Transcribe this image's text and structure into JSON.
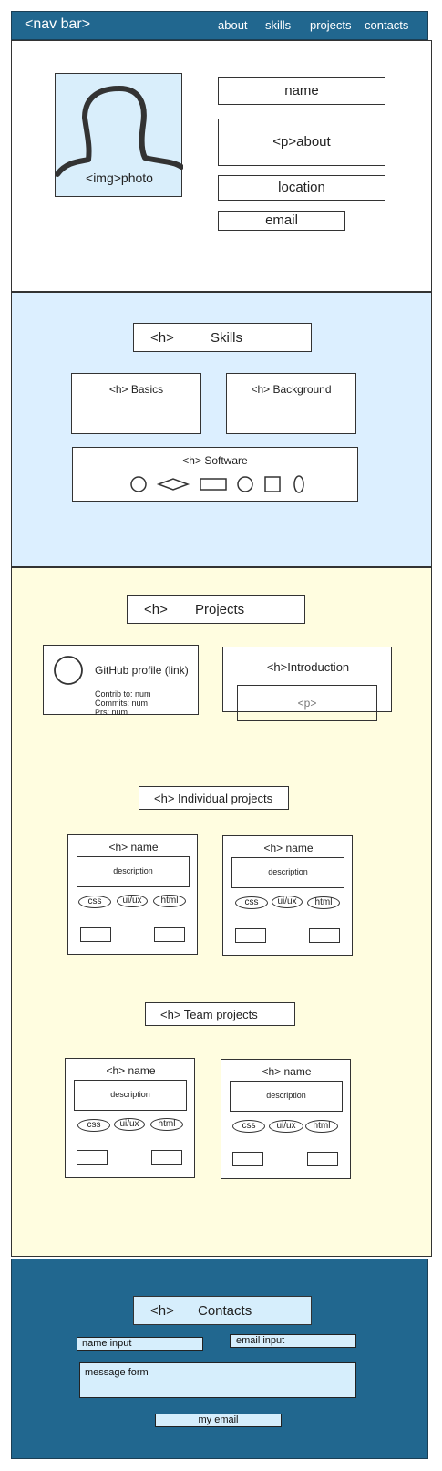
{
  "nav": {
    "brand": "<nav  bar>",
    "links": [
      "about",
      "skills",
      "projects",
      "contacts"
    ]
  },
  "profile": {
    "photo_label": "<img>photo",
    "name": "name",
    "about": "<p>about",
    "location": "location",
    "email": "email"
  },
  "skills": {
    "heading_tag": "<h>",
    "heading": "Skills",
    "basics": "<h> Basics",
    "background": "<h> Background",
    "software": "<h> Software"
  },
  "projects": {
    "heading_tag": "<h>",
    "heading": "Projects",
    "github": {
      "title": "GitHub profile (link)",
      "contrib": "Contrib to: num",
      "commits": "Commits: num",
      "prs": "Prs: num"
    },
    "intro": {
      "title": "<h>Introduction",
      "p": "<p>"
    },
    "individual_heading": "<h>  Individual projects",
    "team_heading": "<h>  Team projects",
    "card": {
      "name": "<h> name",
      "description": "description",
      "tags": [
        "css",
        "ui/ux",
        "html"
      ]
    }
  },
  "contacts": {
    "heading_tag": "<h>",
    "heading": "Contacts",
    "name_input": "name input",
    "email_input": "email input",
    "message": "message form",
    "my_email": "my email"
  }
}
